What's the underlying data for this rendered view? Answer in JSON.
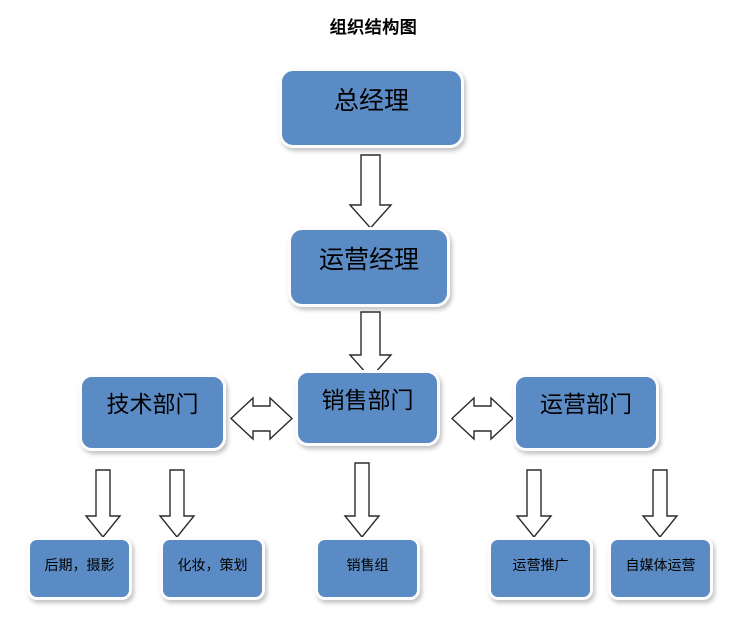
{
  "title": "组织结构图",
  "theme": {
    "background": "#ffffff",
    "node_fill": "#5b8bc4",
    "node_border": "#fdfdfd",
    "node_shadow": "#78787d",
    "text_color": "#000000",
    "arrow_fill": "#ffffff",
    "arrow_stroke": "#2b2b2b"
  },
  "nodes": {
    "general_manager": {
      "label": "总经理"
    },
    "operations_manager": {
      "label": "运营经理"
    },
    "tech_department": {
      "label": "技术部门"
    },
    "sales_department": {
      "label": "销售部门"
    },
    "operations_department": {
      "label": "运营部门"
    },
    "post_photo_team": {
      "label": "后期，摄影"
    },
    "makeup_planning_team": {
      "label": "化妆，策划"
    },
    "sales_team": {
      "label": "销售组"
    },
    "ops_promotion_team": {
      "label": "运营推广"
    },
    "self_media_team": {
      "label": "自媒体运营"
    }
  },
  "connections": [
    {
      "name": "gm-to-ops-manager",
      "from": "总经理",
      "to": "运营经理",
      "type": "arrow-down"
    },
    {
      "name": "ops-manager-to-sales-dept",
      "from": "运营经理",
      "to": "销售部门",
      "type": "arrow-down"
    },
    {
      "name": "tech-sales-link",
      "from": "技术部门",
      "to": "销售部门",
      "type": "arrow-both"
    },
    {
      "name": "sales-ops-link",
      "from": "销售部门",
      "to": "运营部门",
      "type": "arrow-both"
    },
    {
      "name": "tech-to-post-photo",
      "from": "技术部门",
      "to": "后期，摄影",
      "type": "arrow-down"
    },
    {
      "name": "tech-to-makeup-planning",
      "from": "技术部门",
      "to": "化妆，策划",
      "type": "arrow-down"
    },
    {
      "name": "sales-to-sales-team",
      "from": "销售部门",
      "to": "销售组",
      "type": "arrow-down"
    },
    {
      "name": "ops-to-promotion",
      "from": "运营部门",
      "to": "运营推广",
      "type": "arrow-down"
    },
    {
      "name": "ops-to-self-media",
      "from": "运营部门",
      "to": "自媒体运营",
      "type": "arrow-down"
    }
  ]
}
